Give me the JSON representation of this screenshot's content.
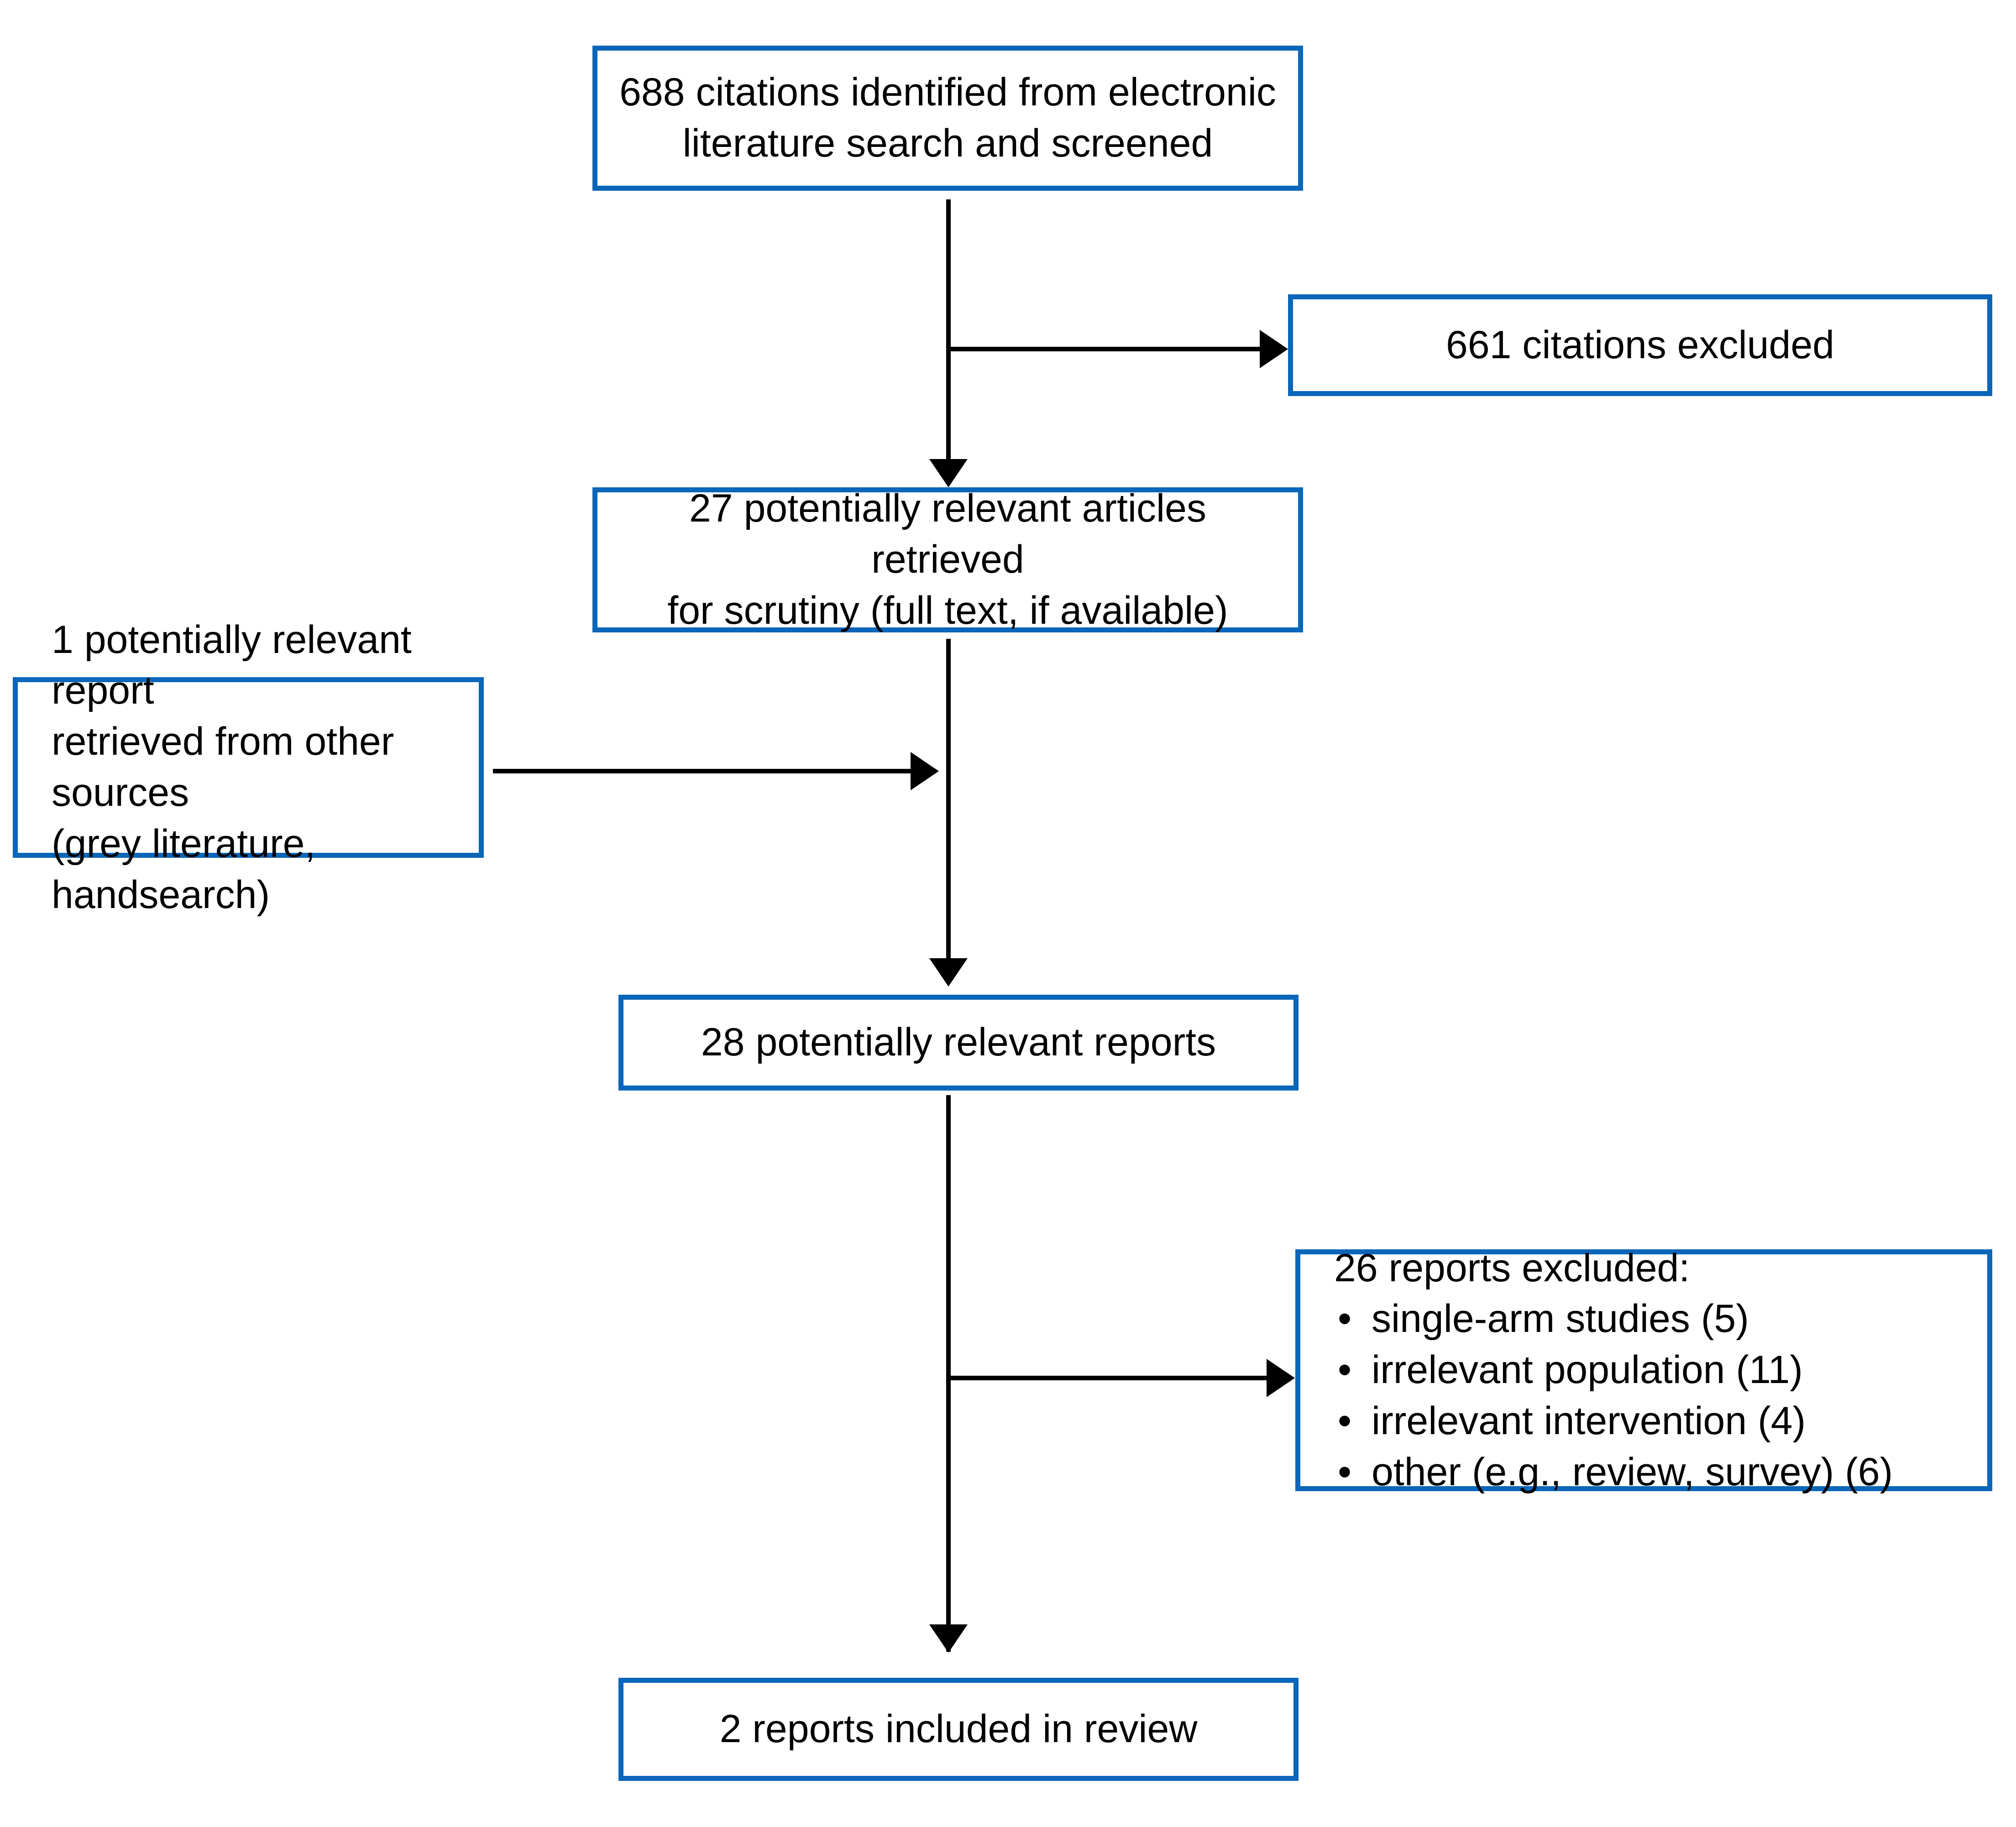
{
  "diagram": {
    "type": "prisma-study-selection-flowchart",
    "accent_color": "#0a66b8",
    "connector_color": "#000000",
    "background_color": "#ffffff",
    "nodes": {
      "identified": {
        "label": "688 citations identified from electronic\nliterature search and screened",
        "count": 688
      },
      "citations_excluded": {
        "label": "661 citations excluded",
        "count": 661
      },
      "retrieved": {
        "label": "27 potentially relevant articles retrieved\nfor scrutiny (full text, if available)",
        "count": 27
      },
      "other_sources": {
        "label": "1 potentially relevant report\nretrieved from other sources\n(grey literature, handsearch)",
        "count": 1
      },
      "potentially_relevant": {
        "label": "28 potentially relevant reports",
        "count": 28
      },
      "reports_excluded": {
        "title": "26 reports excluded:",
        "count": 26,
        "bullet_glyph": "•",
        "reasons": [
          "single-arm studies (5)",
          "irrelevant population (11)",
          "irrelevant intervention (4)",
          "other (e.g., review, survey) (6)"
        ]
      },
      "included": {
        "label": "2 reports included in review",
        "count": 2
      }
    }
  }
}
